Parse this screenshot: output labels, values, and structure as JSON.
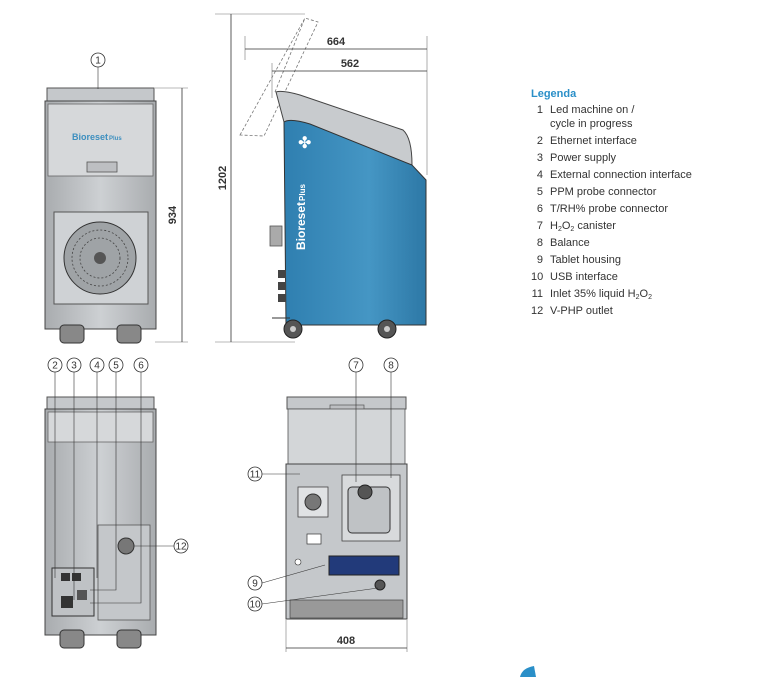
{
  "dimensions": {
    "front_height": "934",
    "total_height": "1202",
    "depth_total": "664",
    "depth_body": "562",
    "width_back": "408"
  },
  "brand": {
    "name_front": "Bioreset",
    "suffix_front": "Plus",
    "name_side": "Bioreset",
    "suffix_side": "Plus"
  },
  "callouts": [
    "1",
    "2",
    "3",
    "4",
    "5",
    "6",
    "7",
    "8",
    "9",
    "10",
    "11",
    "12"
  ],
  "legend": {
    "title": "Legenda",
    "items": [
      {
        "num": "1",
        "text": "Led machine on /",
        "text2": "cycle in progress"
      },
      {
        "num": "2",
        "text": "Ethernet interface"
      },
      {
        "num": "3",
        "text": "Power supply"
      },
      {
        "num": "4",
        "text": "External connection interface"
      },
      {
        "num": "5",
        "text": "PPM probe connector"
      },
      {
        "num": "6",
        "text": "T/RH% probe connector"
      },
      {
        "num": "7",
        "text": "H",
        "sub": "2",
        "text_b": "O",
        "sub_b": "2",
        "text_c": " canister"
      },
      {
        "num": "8",
        "text": "Balance"
      },
      {
        "num": "9",
        "text": "Tablet housing"
      },
      {
        "num": "10",
        "text": "USB interface"
      },
      {
        "num": "11",
        "text": "Inlet 35% liquid H",
        "sub": "2",
        "text_b": "O",
        "sub_b": "2",
        "text_c": ""
      },
      {
        "num": "12",
        "text": "V-PHP outlet"
      }
    ]
  },
  "colors": {
    "accent": "#2a8fc8",
    "machine_blue": "#3d8fbf",
    "machine_grey": "#b9bcbf",
    "outline": "#333333"
  }
}
